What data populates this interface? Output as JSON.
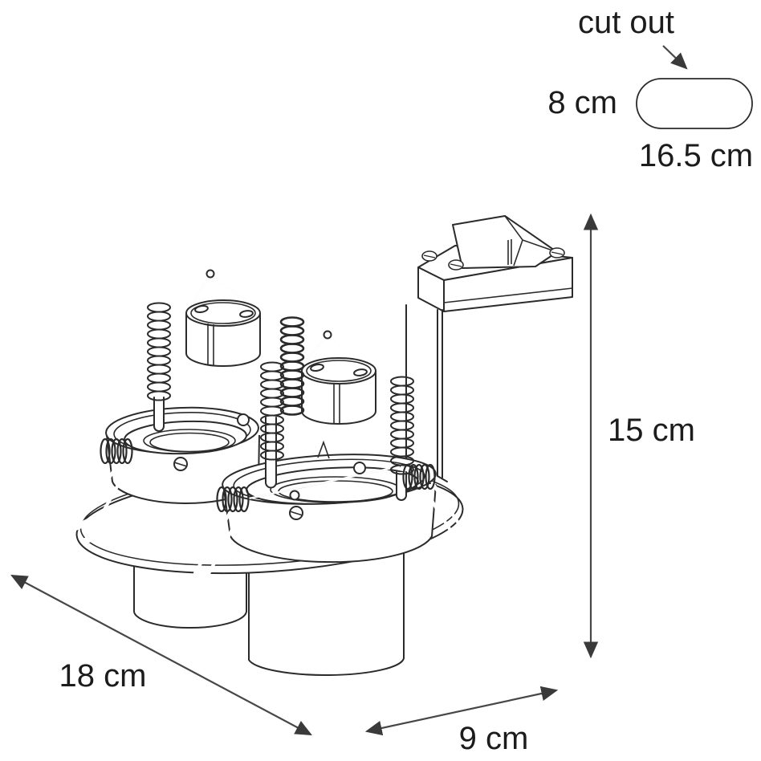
{
  "title": "Recessed double spotlight dimension diagram",
  "labels": {
    "cut_out": "cut out",
    "cutout_height": "8 cm",
    "cutout_width": "16.5 cm",
    "fixture_height": "15 cm",
    "fixture_width": "18 cm",
    "fixture_depth": "9 cm"
  },
  "colors": {
    "background": "#ffffff",
    "line": "#2b2b2b",
    "dimension": "#474747",
    "text": "#1c1c1c"
  }
}
